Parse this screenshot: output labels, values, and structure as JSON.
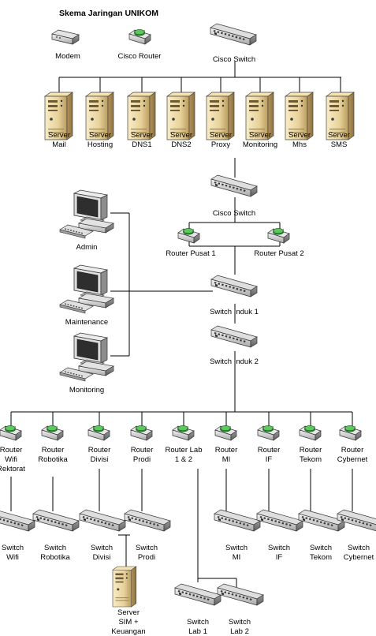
{
  "title": "Skema Jaringan UNIKOM",
  "top_row": {
    "modem": "Modem",
    "cisco_router": "Cisco Router",
    "cisco_switch": "Cisco Switch"
  },
  "servers": [
    {
      "line1": "Server",
      "line2": "Mail"
    },
    {
      "line1": "Server",
      "line2": "Hosting"
    },
    {
      "line1": "Server",
      "line2": "DNS1"
    },
    {
      "line1": "Server",
      "line2": "DNS2"
    },
    {
      "line1": "Server",
      "line2": "Proxy"
    },
    {
      "line1": "Server",
      "line2": "Monitoring"
    },
    {
      "line1": "Server",
      "line2": "Mhs"
    },
    {
      "line1": "Server",
      "line2": "SMS"
    }
  ],
  "core": {
    "cisco_switch_2": "Cisco Switch",
    "router_pusat_1": "Router Pusat 1",
    "router_pusat_2": "Router Pusat 2",
    "switch_induk_1": "Switch Induk 1",
    "switch_induk_2": "Switch Induk 2"
  },
  "workstations": {
    "admin": "Admin",
    "maintenance": "Maintenance",
    "monitoring": "Monitoring"
  },
  "routers": [
    {
      "line1": "Router",
      "line2": "Wifi",
      "line3": "Rektorat"
    },
    {
      "line1": "Router",
      "line2": "Robotika"
    },
    {
      "line1": "Router",
      "line2": "Divisi"
    },
    {
      "line1": "Router",
      "line2": "Prodi"
    },
    {
      "line1": "Router Lab",
      "line2": "1 & 2"
    },
    {
      "line1": "Router",
      "line2": "MI"
    },
    {
      "line1": "Router",
      "line2": "IF"
    },
    {
      "line1": "Router",
      "line2": "Tekom"
    },
    {
      "line1": "Router",
      "line2": "Cybernet"
    }
  ],
  "switches": [
    {
      "line1": "Switch",
      "line2": "Wifi"
    },
    {
      "line1": "Switch",
      "line2": "Robotika"
    },
    {
      "line1": "Switch",
      "line2": "Divisi"
    },
    {
      "line1": "Switch",
      "line2": "Prodi"
    },
    {
      "line1": "Switch",
      "line2": "MI"
    },
    {
      "line1": "Switch",
      "line2": "IF"
    },
    {
      "line1": "Switch",
      "line2": "Tekom"
    },
    {
      "line1": "Switch",
      "line2": "Cybernet"
    }
  ],
  "lab_switches": [
    {
      "line1": "Switch",
      "line2": "Lab 1"
    },
    {
      "line1": "Switch",
      "line2": "Lab 2"
    }
  ],
  "server_sim": {
    "line1": "Server",
    "line2": "SIM +",
    "line3": "Keuangan"
  }
}
